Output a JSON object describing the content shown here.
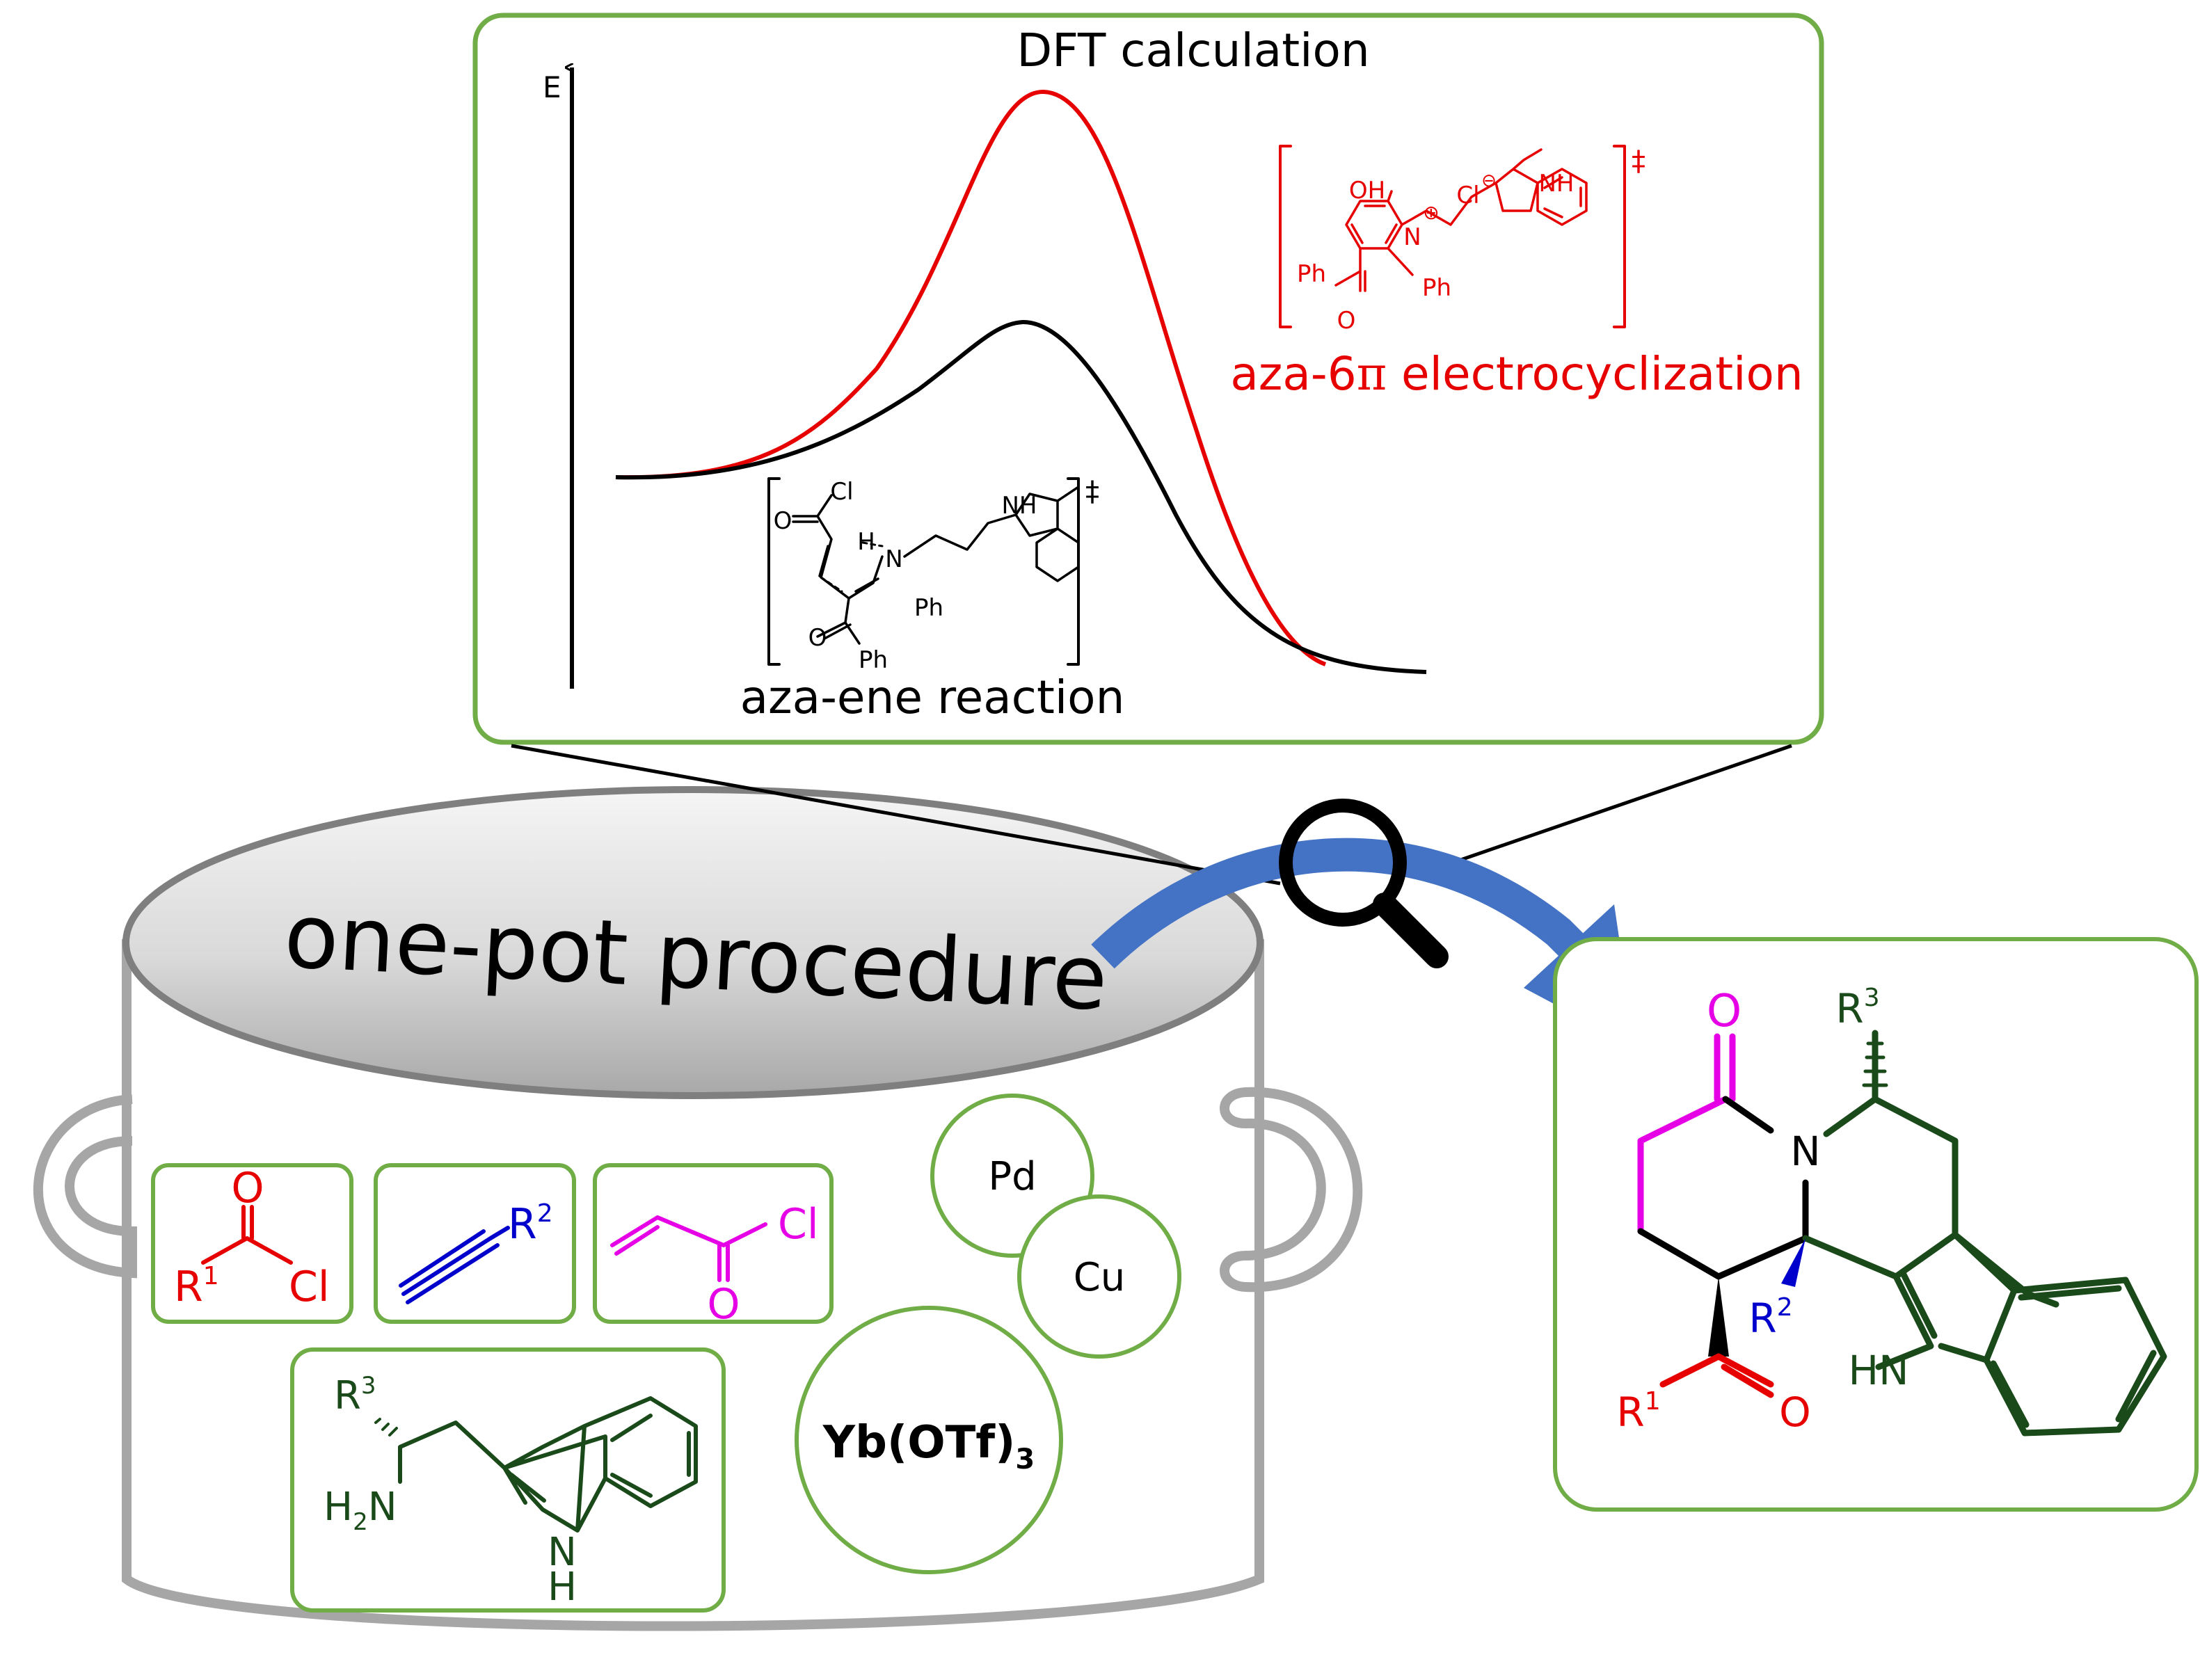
{
  "dft_panel": {
    "title": "DFT calculation",
    "axis_label": "E",
    "aza_ene": {
      "label": "aza-ene reaction",
      "color": "#000000",
      "ts_mark": "‡",
      "atoms": {
        "cl": "Cl",
        "o1": "O",
        "h": "H",
        "n": "N",
        "ph1": "Ph",
        "o2": "O",
        "ph2": "Ph",
        "nh": "NH"
      }
    },
    "aza_6pi": {
      "label_prefix": "aza-6",
      "label_pi": "π",
      "label_suffix": " electrocyclization",
      "color": "#e60000",
      "ts_mark": "‡",
      "atoms": {
        "oh": "OH",
        "plus": "⊕",
        "n": "N",
        "cl": "Cl",
        "minus": "⊖",
        "nh": "NH",
        "ph1": "Ph",
        "o": "O",
        "ph2": "Ph"
      }
    }
  },
  "pot": {
    "label": "one-pot procedure",
    "reagents": {
      "acyl_chloride": {
        "o": "O",
        "r": "R",
        "r_sup": "1",
        "cl": "Cl"
      },
      "alkyne": {
        "r": "R",
        "r_sup": "2"
      },
      "acryloyl_chloride": {
        "cl": "Cl",
        "o": "O"
      },
      "tryptamine": {
        "r": "R",
        "r_sup": "3",
        "h2n_h": "H",
        "h2n_sub": "2",
        "h2n_n": "N",
        "nh_n": "N",
        "nh_h": "H"
      },
      "catalyst_pd": "Pd",
      "catalyst_cu": "Cu",
      "lewis_acid": {
        "main": "Yb(OTf)",
        "sub": "3"
      }
    }
  },
  "product": {
    "atoms": {
      "o_top": "O",
      "r3": "R",
      "r3_sup": "3",
      "n": "N",
      "r2": "R",
      "r2_sup": "2",
      "hn": "HN",
      "r1": "R",
      "r1_sup": "1",
      "o_ketone": "O"
    }
  },
  "colors": {
    "panel_border": "#70ad47",
    "pot_gray": "#a6a6a6",
    "arrow_blue": "#4472c4",
    "red": "#e60000",
    "blue": "#0000cc",
    "magenta": "#e600e6",
    "dark_green": "#1a4a1a",
    "black": "#000000"
  },
  "icons": [
    "magnifier-icon",
    "curved-arrow-icon"
  ]
}
